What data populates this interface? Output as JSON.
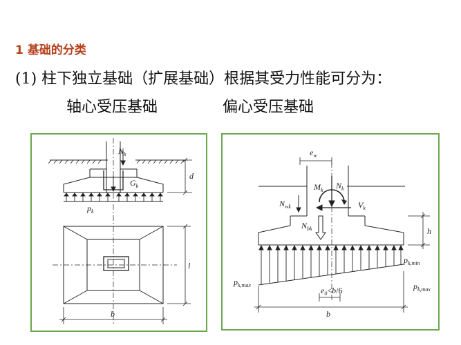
{
  "heading": "1   基础的分类",
  "line2": "(1) 柱下独立基础（扩展基础）根据其受力性能可分为：",
  "labels": {
    "axial": "轴心受压基础",
    "eccentric": "偏心受压基础"
  },
  "left_diagram": {
    "Nk": "N",
    "Nk_sub": "k",
    "Gk": "G",
    "Gk_sub": "k",
    "pk": "p",
    "pk_sub": "k",
    "d": "d",
    "l": "l",
    "b": "b"
  },
  "right_diagram": {
    "ew": "e",
    "ew_sub": "w",
    "Mk": "M",
    "Mk_sub": "k",
    "Nk": "N",
    "Nk_sub": "k",
    "Nwk": "N",
    "Nwk_sub": "wk",
    "Vk": "V",
    "Vk_sub": "k",
    "Nbk": "N",
    "Nbk_sub": "bk",
    "h": "h",
    "pkmin": "p",
    "pkmin_sub": "k,min",
    "pkmax_left": "p",
    "pkmax_left_sub": "k,max",
    "pkmax_right": "p",
    "pkmax_right_sub": "k,max",
    "e0_a": "e",
    "e0_sub": "0",
    "e0_b": "<",
    "e0_c": "b",
    "e0_d": "/6",
    "b": "b"
  },
  "colors": {
    "heading": "#b5401a",
    "border": "#6aa84f"
  }
}
